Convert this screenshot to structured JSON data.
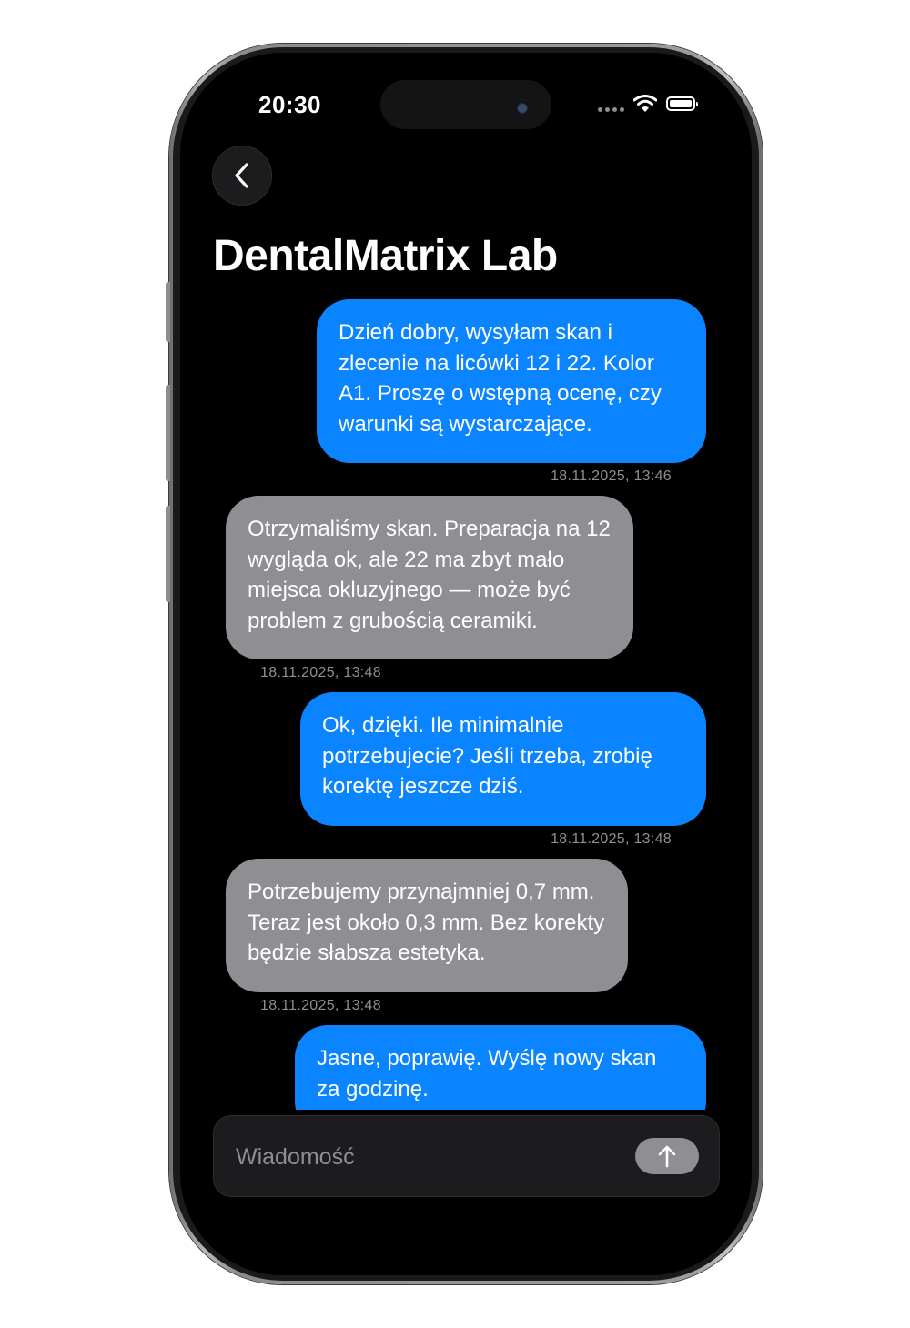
{
  "status_bar": {
    "time": "20:30",
    "icons": [
      "signal-dots-icon",
      "wifi-icon",
      "battery-icon"
    ]
  },
  "header": {
    "back_icon": "chevron-left-icon",
    "title": "DentalMatrix Lab"
  },
  "messages": [
    {
      "direction": "outgoing",
      "text": "Dzień dobry, wysyłam skan i zlecenie na licówki 12 i 22. Kolor A1. Proszę o wstępną ocenę, czy warunki są wystarczające.",
      "timestamp": "18.11.2025, 13:46"
    },
    {
      "direction": "incoming",
      "text": "Otrzymaliśmy skan. Preparacja na 12 wygląda ok, ale 22 ma zbyt mało miejsca okluzyjnego — może być problem z grubością ceramiki.",
      "timestamp": "18.11.2025, 13:48"
    },
    {
      "direction": "outgoing",
      "text": "Ok, dzięki. Ile minimalnie potrzebujecie? Jeśli trzeba, zrobię korektę jeszcze dziś.",
      "timestamp": "18.11.2025, 13:48"
    },
    {
      "direction": "incoming",
      "text": "Potrzebujemy przynajmniej 0,7 mm. Teraz jest około 0,3 mm. Bez korekty będzie słabsza estetyka.",
      "timestamp": "18.11.2025, 13:48"
    },
    {
      "direction": "outgoing",
      "text": "Jasne, poprawię. Wyślę nowy skan za godzinę.",
      "timestamp": ""
    }
  ],
  "composer": {
    "placeholder": "Wiadomość",
    "send_icon": "arrow-up-icon"
  },
  "colors": {
    "outgoing_bubble": "#0a84ff",
    "incoming_bubble": "#8e8e93",
    "background": "#000000"
  }
}
